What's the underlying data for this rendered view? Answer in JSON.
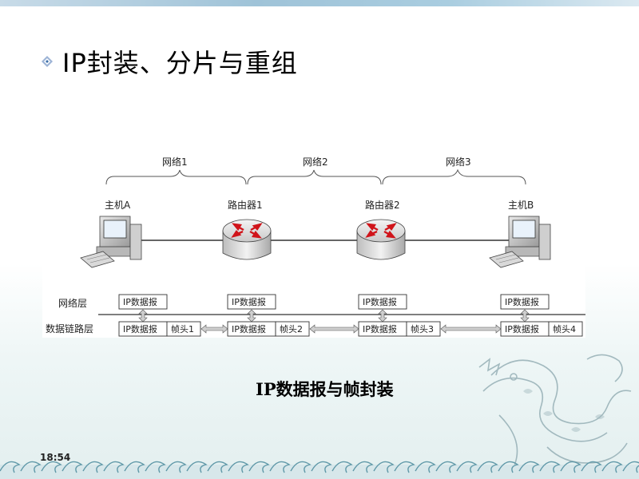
{
  "slide": {
    "title": "IP封装、分片与重组",
    "caption": "IP数据报与帧封装",
    "clock": "18:54"
  },
  "diagram": {
    "networks": [
      "网络1",
      "网络2",
      "网络3"
    ],
    "nodes": [
      "主机A",
      "路由器1",
      "路由器2",
      "主机B"
    ],
    "layers": {
      "network": "网络层",
      "datalink": "数据链路层"
    },
    "packet_label": "IP数据报",
    "frame_headers": [
      "帧头1",
      "帧头2",
      "帧头3",
      "帧头4"
    ]
  },
  "colors": {
    "accent": "#3b6ea8",
    "router_arrow": "#d0141a",
    "wave": "#6fa8b8"
  }
}
